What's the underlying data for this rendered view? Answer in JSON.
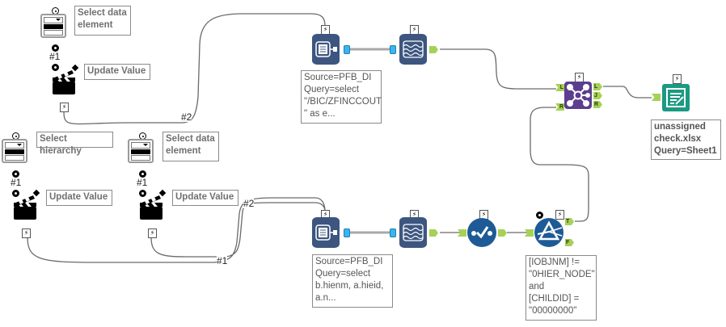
{
  "canvas": {
    "title": "Alteryx workflow canvas",
    "colors": {
      "input_db": "#3d5680",
      "join": "#5c3d8f",
      "select_filter": "#1e5b96",
      "output": "#1a9a82",
      "port_green": "#a6d157",
      "port_blue": "#39b5f2",
      "wire": "#6a6a6a"
    }
  },
  "interface_tools": [
    {
      "id": "dropdown-1",
      "type": "drop-down",
      "annotation": "Select data\nelement",
      "connection_label": "#1"
    },
    {
      "id": "action-1",
      "type": "action",
      "annotation": "Update Value"
    },
    {
      "id": "dropdown-2",
      "type": "drop-down",
      "annotation": "Select hierarchy",
      "connection_label": "#1"
    },
    {
      "id": "action-2",
      "type": "action",
      "annotation": "Update Value"
    },
    {
      "id": "dropdown-3",
      "type": "drop-down",
      "annotation": "Select data\nelement",
      "connection_label": "#1"
    },
    {
      "id": "action-3",
      "type": "action",
      "annotation": "Update Value"
    }
  ],
  "wire_labels": {
    "top_action_to_input": "#2",
    "bottom_left_to_input": "#1",
    "bottom_mid_to_input": "#2"
  },
  "workflow_tools": {
    "input_top": {
      "annotation": "Source=PFB_DI\nQuery=select\n\"/BIC/ZFINCCOUT\n\" as e..."
    },
    "input_bottom": {
      "annotation": "Source=PFB_DI\nQuery=select\nb.hienm, a.hieid,\na.n..."
    },
    "data_stream_top": {
      "annotation": ""
    },
    "data_stream_bottom": {
      "annotation": ""
    },
    "select": {
      "annotation": ""
    },
    "filter": {
      "annotation": "[IOBJNM] !=\n\"0HIER_NODE\"\nand\n[CHILDID] =\n\"00000000\"",
      "output_true": "T",
      "output_false": "F"
    },
    "join": {
      "input_left": "L",
      "input_right": "R",
      "output_left": "L",
      "output_join": "J",
      "output_right": "R"
    },
    "output": {
      "annotation": "unassigned\ncheck.xlsx\nQuery=Sheet1"
    }
  },
  "icons": {
    "bolt": "⚡"
  }
}
